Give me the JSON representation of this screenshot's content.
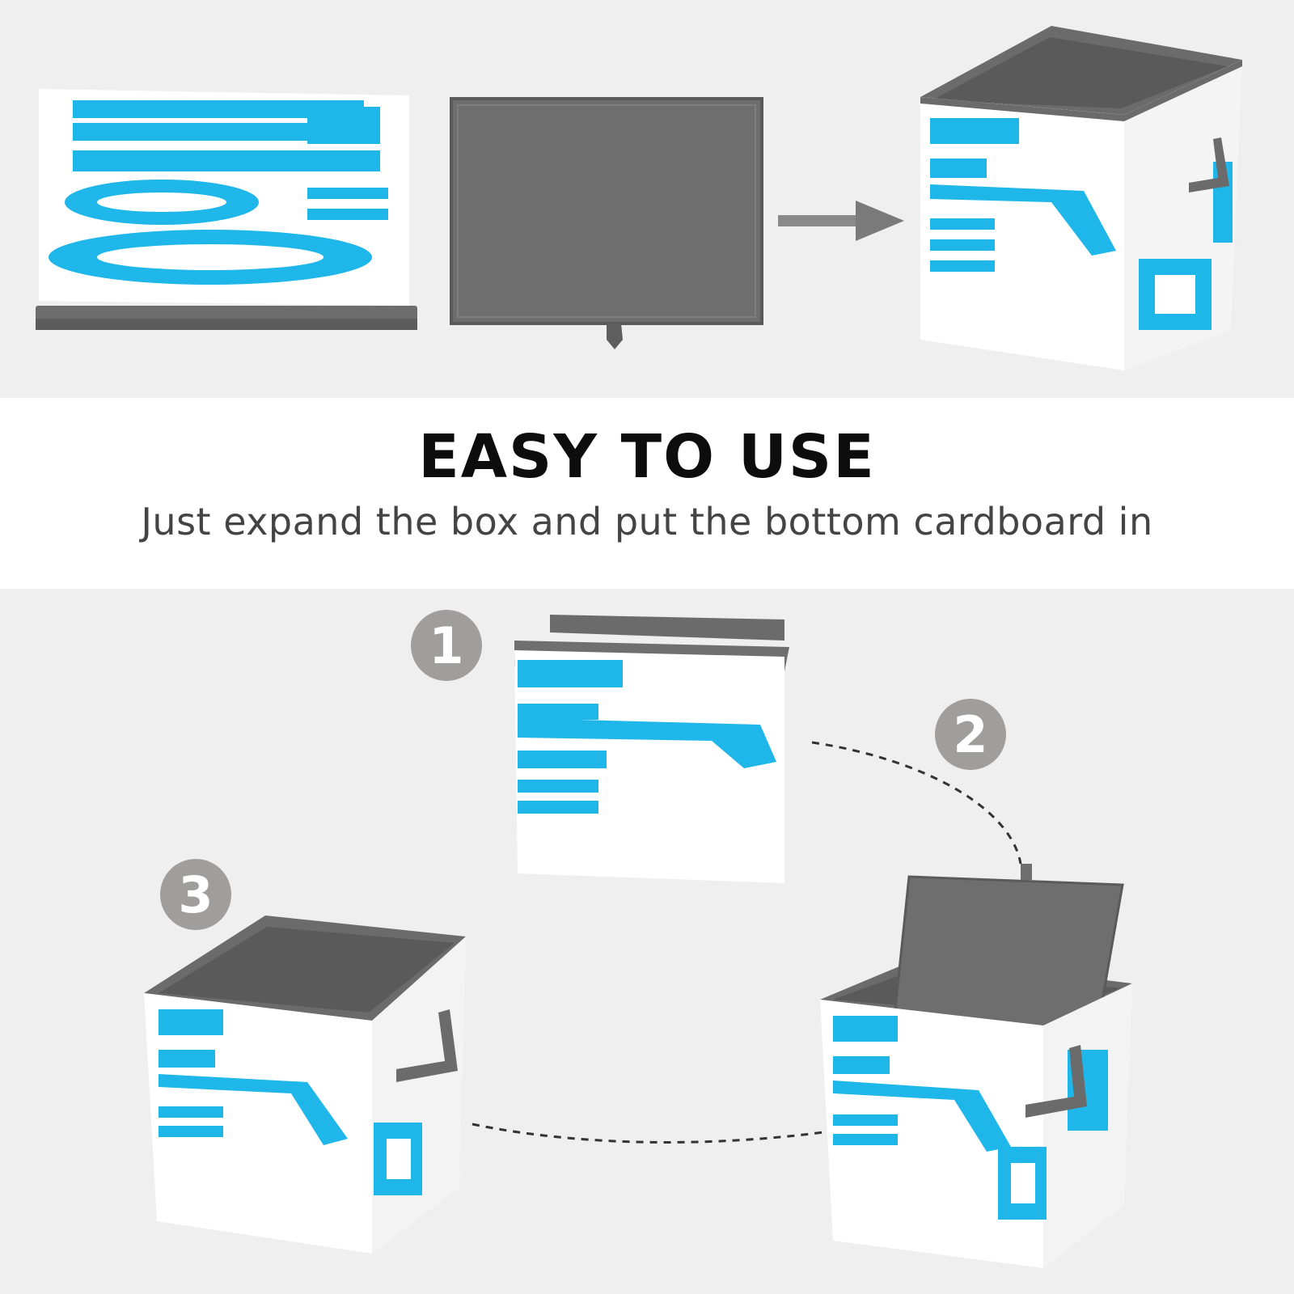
{
  "banner": {
    "title": "EASY TO USE",
    "subtitle": "Just expand the box and put the bottom cardboard in"
  },
  "steps": [
    {
      "number": "1"
    },
    {
      "number": "2"
    },
    {
      "number": "3"
    }
  ],
  "colors": {
    "background": "#efefef",
    "banner": "#ffffff",
    "print_blue": "#1fb6ea",
    "fabric_gray": "#6b6b6b",
    "badge_gray": "#a09d9d"
  }
}
